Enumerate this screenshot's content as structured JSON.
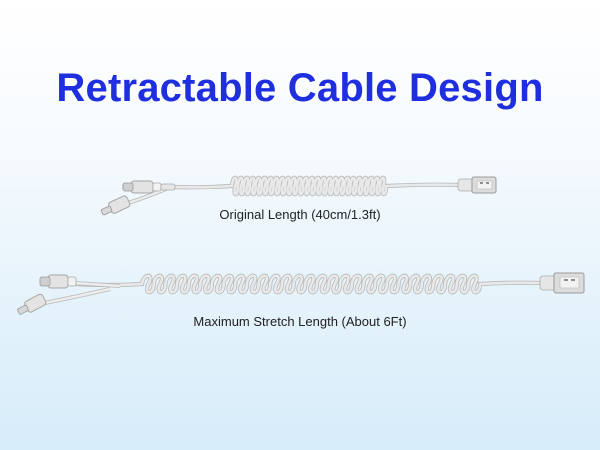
{
  "headline": "Retractable Cable Design",
  "captions": {
    "original": "Original Length (40cm/1.3ft)",
    "maximum": "Maximum Stretch Length (About 6Ft)"
  },
  "colors": {
    "headline": "#1f2fe0",
    "cable": "#e9e9e9",
    "cable_shadow": "#b9b9b9",
    "metal": "#d4d4d4"
  },
  "icons": {
    "connector_left": "usb-c-lightning-connector-icon",
    "connector_right": "usb-a-connector-icon"
  }
}
